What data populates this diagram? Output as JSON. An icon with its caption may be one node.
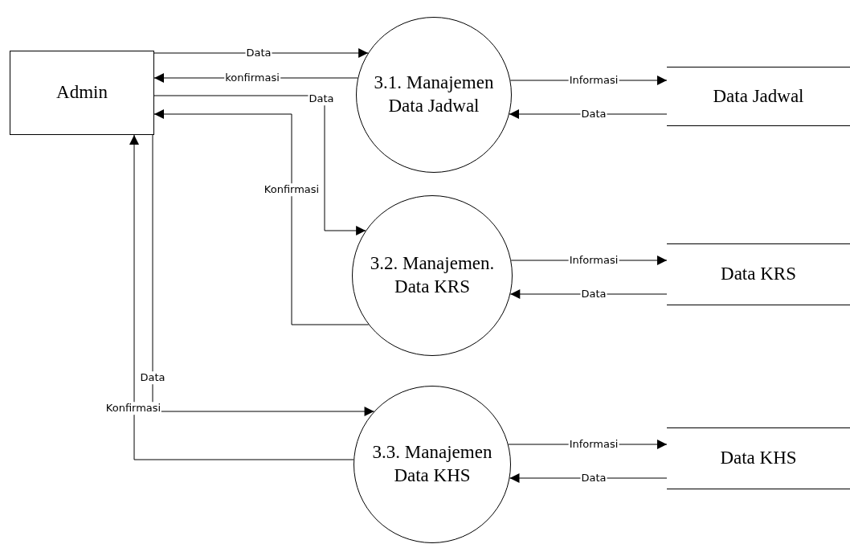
{
  "diagram": {
    "nodes": [
      {
        "text": [
          "Admin"
        ]
      },
      {
        "text": [
          "3.1. Manajemen Data Jadwal"
        ]
      },
      {
        "text": [
          "3.2. Manajemen. Data KRS"
        ]
      },
      {
        "text": [
          "3.3. Manajemen Data KHS"
        ]
      },
      {
        "text": [
          "Data Jadwal"
        ]
      },
      {
        "text": [
          "Data KRS"
        ]
      },
      {
        "text": [
          "Data KHS"
        ]
      }
    ],
    "edges": [
      {
        "from": 0,
        "to": 1,
        "arrow": "to",
        "label": "Data"
      },
      {
        "from": 1,
        "to": 0,
        "arrow": "to",
        "label": "konfirmasi"
      },
      {
        "from": 0,
        "to": 2,
        "arrow": "to",
        "label": "Data"
      },
      {
        "from": 2,
        "to": 0,
        "arrow": "to",
        "label": "Konfirmasi"
      },
      {
        "from": 0,
        "to": 3,
        "arrow": "to",
        "label": "Data"
      },
      {
        "from": 3,
        "to": 0,
        "arrow": "to",
        "label": "Konfirmasi"
      },
      {
        "from": 1,
        "to": 4,
        "arrow": "to",
        "label": "Informasi"
      },
      {
        "from": 4,
        "to": 1,
        "arrow": "to",
        "label": "Data"
      },
      {
        "from": 2,
        "to": 5,
        "arrow": "to",
        "label": "Informasi"
      },
      {
        "from": 5,
        "to": 2,
        "arrow": "to",
        "label": "Data"
      },
      {
        "from": 3,
        "to": 6,
        "arrow": "to",
        "label": "Informasi"
      },
      {
        "from": 6,
        "to": 3,
        "arrow": "to",
        "label": "Data"
      }
    ]
  }
}
